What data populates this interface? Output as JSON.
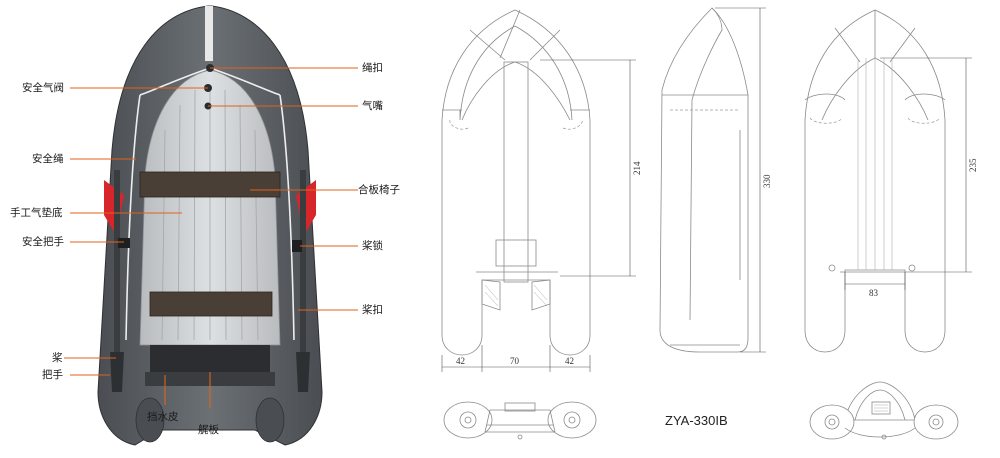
{
  "callouts_left": [
    {
      "id": "valve",
      "text": "安全气阀"
    },
    {
      "id": "rope",
      "text": "安全绳"
    },
    {
      "id": "floor",
      "text": "手工气垫底"
    },
    {
      "id": "grip",
      "text": "安全把手"
    },
    {
      "id": "oar",
      "text": "桨"
    },
    {
      "id": "handle",
      "text": "把手"
    }
  ],
  "callouts_right": [
    {
      "id": "ring",
      "text": "绳扣"
    },
    {
      "id": "nozzle",
      "text": "气嘴"
    },
    {
      "id": "seat",
      "text": "合板椅子"
    },
    {
      "id": "oarlock",
      "text": "桨锁"
    },
    {
      "id": "oarclip",
      "text": "桨扣"
    }
  ],
  "callouts_bottom": [
    {
      "id": "spray",
      "text": "挡水皮"
    },
    {
      "id": "transom",
      "text": "艉板"
    }
  ],
  "drawing": {
    "model": "ZYA-330IB",
    "dims": {
      "d214": "214",
      "d330": "330",
      "d235": "235",
      "d83": "83",
      "d42a": "42",
      "d70": "70",
      "d42b": "42"
    }
  },
  "colors": {
    "hull": "#5e6368",
    "hull_dark": "#3e4246",
    "floor": "#c9ccce",
    "seat": "#4a3f36",
    "accent": "#d7262b",
    "leader": "#e0621c"
  }
}
